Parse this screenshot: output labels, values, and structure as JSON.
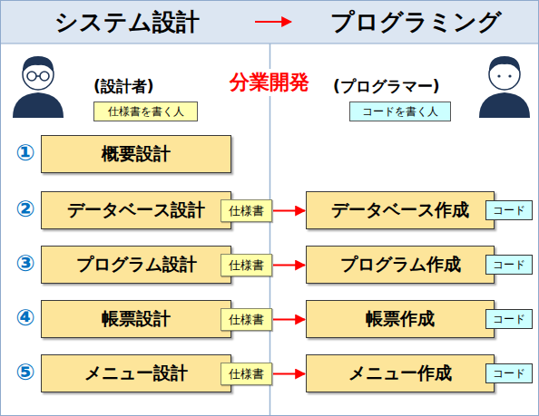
{
  "diagram": {
    "nodes": [
      {
        "text": [
          "システム設計"
        ]
      },
      {
        "text": [
          "プログラミング"
        ]
      },
      {
        "text": [
          "仕様書を書く人"
        ]
      },
      {
        "text": [
          "コードを書く人"
        ]
      },
      {
        "text": [
          "概要設計"
        ]
      },
      {
        "text": [
          "データベース設計"
        ]
      },
      {
        "text": [
          "仕様書"
        ]
      },
      {
        "text": [
          "データベース作成"
        ]
      },
      {
        "text": [
          "コード"
        ]
      },
      {
        "text": [
          "プログラム設計"
        ]
      },
      {
        "text": [
          "仕様書"
        ]
      },
      {
        "text": [
          "プログラム作成"
        ]
      },
      {
        "text": [
          "コード"
        ]
      },
      {
        "text": [
          "帳票設計"
        ]
      },
      {
        "text": [
          "仕様書"
        ]
      },
      {
        "text": [
          "帳票作成"
        ]
      },
      {
        "text": [
          "コード"
        ]
      },
      {
        "text": [
          "メニュー設計"
        ]
      },
      {
        "text": [
          "仕様書"
        ]
      },
      {
        "text": [
          "メニュー作成"
        ]
      },
      {
        "text": [
          "コード"
        ]
      }
    ],
    "edges": [
      {
        "from": 0,
        "to": 1,
        "arrow": "to"
      },
      {
        "from": 6,
        "to": 7,
        "arrow": "to"
      },
      {
        "from": 10,
        "to": 11,
        "arrow": "to"
      },
      {
        "from": 14,
        "to": 15,
        "arrow": "to"
      },
      {
        "from": 18,
        "to": 19,
        "arrow": "to"
      }
    ],
    "labels": [
      "(設計者)",
      "分業開発",
      "(プログラマー)",
      "①",
      "②",
      "③",
      "④",
      "⑤"
    ]
  }
}
